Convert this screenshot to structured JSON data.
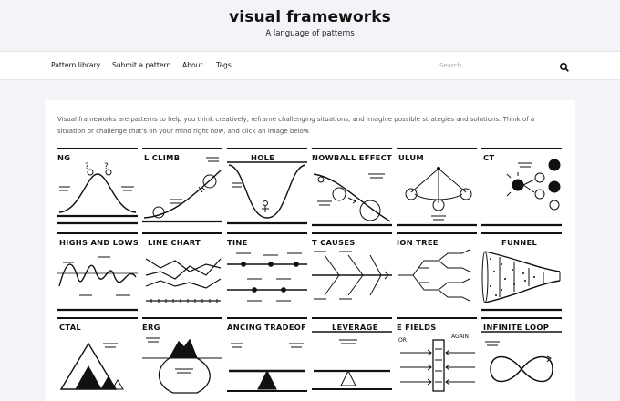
{
  "site": {
    "title": "visual frameworks",
    "tagline": "A language of patterns"
  },
  "nav": {
    "items": [
      "Pattern library",
      "Submit a pattern",
      "About",
      "Tags"
    ]
  },
  "search": {
    "placeholder": "Search ..."
  },
  "intro": "Visual frameworks are patterns to help you think creatively, reframe challenging situations, and imagine possible strategies and solutions. Think of a situation or challenge that's on your mind right now, and click an image below.",
  "tiles": [
    {
      "label": "NG"
    },
    {
      "label": "L CLIMB"
    },
    {
      "label": "HOLE"
    },
    {
      "label": "NOWBALL EFFECT"
    },
    {
      "label": "ULUM"
    },
    {
      "label": "CT"
    },
    {
      "label": "HIGHS AND LOWS"
    },
    {
      "label": "LINE CHART"
    },
    {
      "label": "TINE"
    },
    {
      "label": "T CAUSES"
    },
    {
      "label": "ION TREE"
    },
    {
      "label": "FUNNEL"
    },
    {
      "label": "CTAL"
    },
    {
      "label": "ERG"
    },
    {
      "label": "ANCING TRADEOF"
    },
    {
      "label": "LEVERAGE"
    },
    {
      "label": "E FIELDS"
    },
    {
      "label": "INFINITE LOOP"
    }
  ]
}
